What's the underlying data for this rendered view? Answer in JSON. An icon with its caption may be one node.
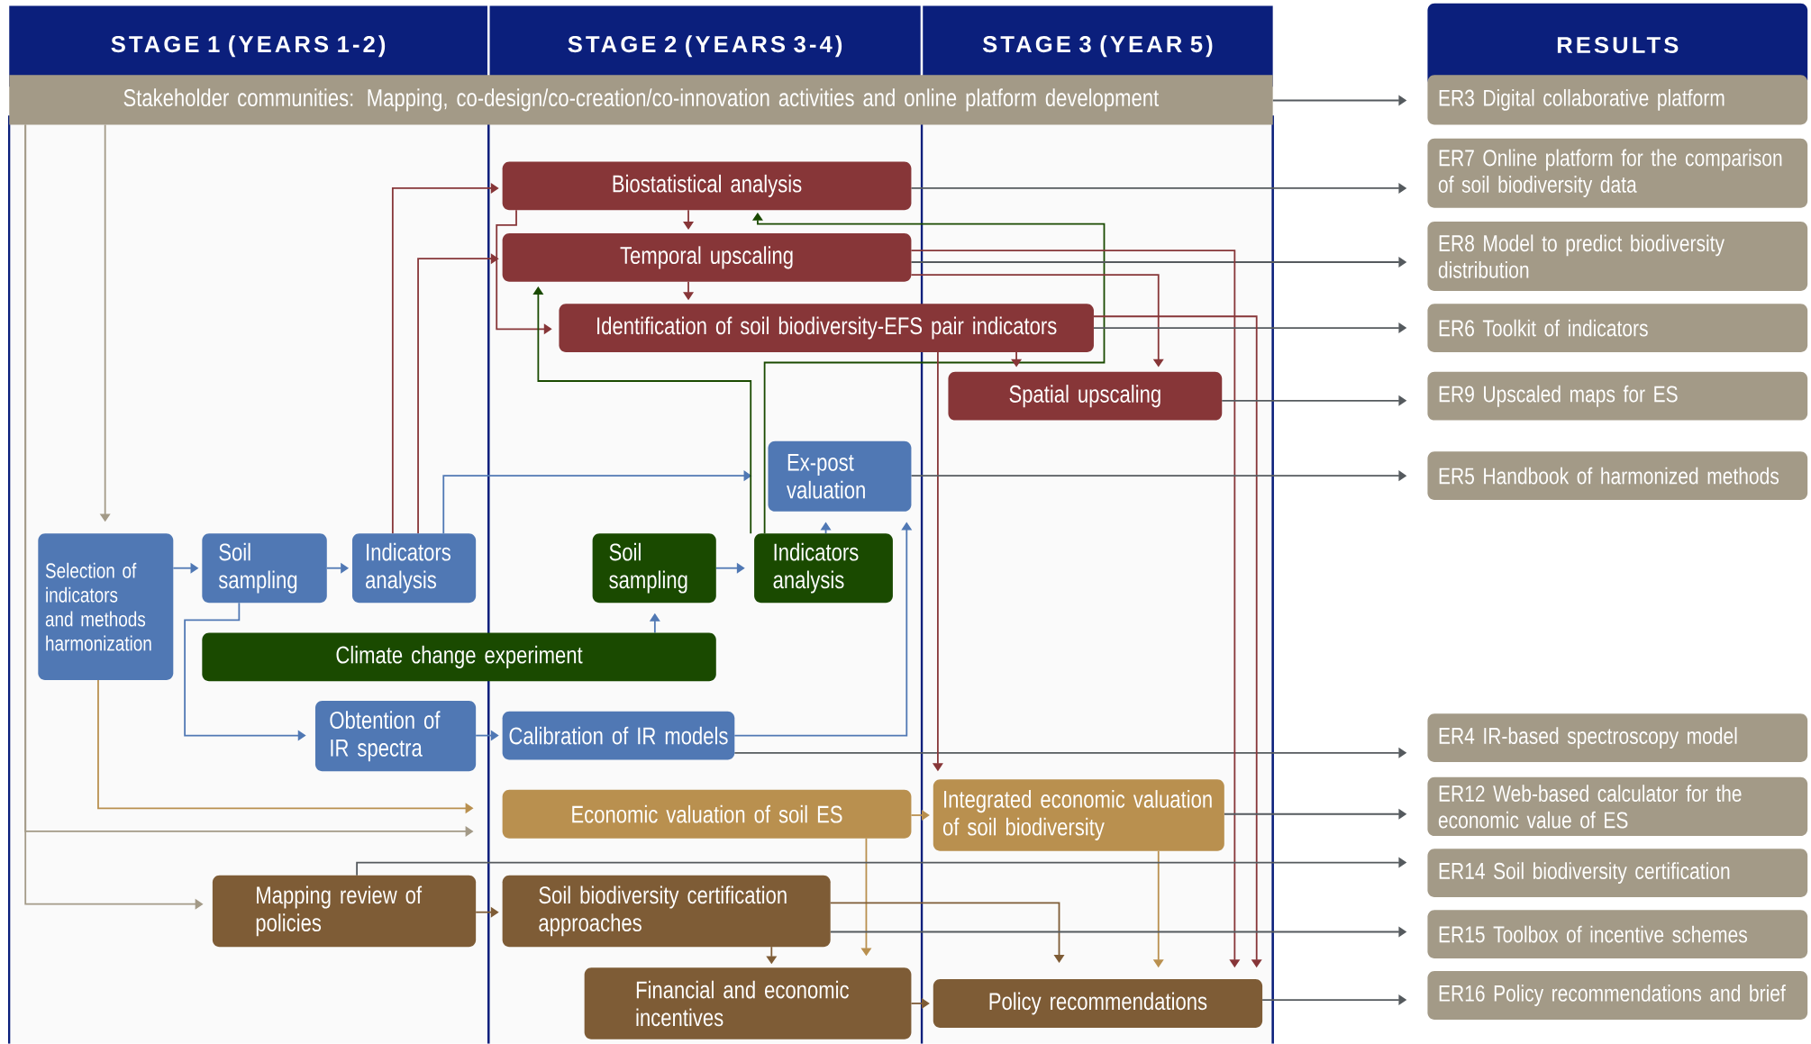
{
  "diagram": {
    "nodes": [
      {
        "text": [
          "STAGE 1 (YEARS 1-2)"
        ]
      },
      {
        "text": [
          "STAGE 2 (YEARS 3-4)"
        ]
      },
      {
        "text": [
          "STAGE 3 (YEAR 5)"
        ]
      },
      {
        "text": [
          "RESULTS"
        ]
      },
      {
        "text": [
          "Stakeholder communities: Mapping, co-design/co-creation/co-innovation activities and online platform development"
        ]
      },
      {
        "text": [
          "Biostatistical analysis"
        ]
      },
      {
        "text": [
          "Temporal upscaling"
        ]
      },
      {
        "text": [
          "Identification of soil biodiversity-EFS pair indicators"
        ]
      },
      {
        "text": [
          "Spatial upscaling"
        ]
      },
      {
        "text": [
          "Ex-post valuation"
        ]
      },
      {
        "text": [
          "Selection of indicators and methods harmonization"
        ]
      },
      {
        "text": [
          "Soil sampling"
        ]
      },
      {
        "text": [
          "Indicators analysis"
        ]
      },
      {
        "text": [
          "Soil sampling"
        ]
      },
      {
        "text": [
          "Indicators analysis"
        ]
      },
      {
        "text": [
          "Climate change experiment"
        ]
      },
      {
        "text": [
          "Obtention of IR spectra"
        ]
      },
      {
        "text": [
          "Calibration of IR models"
        ]
      },
      {
        "text": [
          "Economic valuation of soil ES"
        ]
      },
      {
        "text": [
          "Integrated economic valuation of soil biodiversity"
        ]
      },
      {
        "text": [
          "Mapping review of policies"
        ]
      },
      {
        "text": [
          "Soil biodiversity certification approaches"
        ]
      },
      {
        "text": [
          "Financial and economic incentives"
        ]
      },
      {
        "text": [
          "Policy recommendations"
        ]
      },
      {
        "text": [
          "ER3 Digital collaborative platform"
        ]
      },
      {
        "text": [
          "ER7 Online platform for the comparison of soil biodiversity data"
        ]
      },
      {
        "text": [
          "ER8 Model to predict biodiversity distribution"
        ]
      },
      {
        "text": [
          "ER6 Toolkit of indicators"
        ]
      },
      {
        "text": [
          "ER9 Upscaled maps for ES"
        ]
      },
      {
        "text": [
          "ER5 Handbook of harmonized methods"
        ]
      },
      {
        "text": [
          "ER4 IR-based spectroscopy model"
        ]
      },
      {
        "text": [
          "ER12 Web-based calculator for the economic value of ES"
        ]
      },
      {
        "text": [
          "ER14 Soil biodiversity certification"
        ]
      },
      {
        "text": [
          "ER15 Toolbox of incentive schemes"
        ]
      },
      {
        "text": [
          "ER16 Policy recommendations and brief"
        ]
      }
    ],
    "edges": [
      {
        "from": 4,
        "to": 24,
        "arrow": "to"
      },
      {
        "from": 4,
        "to": 10,
        "arrow": "to",
        "color": "#a39a87"
      },
      {
        "from": 4,
        "to": 18,
        "arrow": "to",
        "color": "#a39a87"
      },
      {
        "from": 4,
        "to": 20,
        "arrow": "to",
        "color": "#a39a87"
      },
      {
        "from": 10,
        "to": 11,
        "arrow": "to",
        "color": "#5078b4"
      },
      {
        "from": 11,
        "to": 12,
        "arrow": "to",
        "color": "#5078b4"
      },
      {
        "from": 10,
        "to": 18,
        "arrow": "to",
        "color": "#b9904f"
      },
      {
        "from": 11,
        "to": 16,
        "arrow": "to",
        "color": "#5078b4"
      },
      {
        "from": 16,
        "to": 17,
        "arrow": "to",
        "color": "#5078b4"
      },
      {
        "from": 17,
        "to": 9,
        "arrow": "to",
        "color": "#5078b4"
      },
      {
        "from": 17,
        "to": 30,
        "arrow": "to"
      },
      {
        "from": 12,
        "to": 5,
        "arrow": "to",
        "color": "#873638"
      },
      {
        "from": 12,
        "to": 6,
        "arrow": "to",
        "color": "#873638"
      },
      {
        "from": 12,
        "to": 9,
        "arrow": "to",
        "color": "#5078b4"
      },
      {
        "from": 5,
        "to": 6,
        "arrow": "to",
        "color": "#873638"
      },
      {
        "from": 5,
        "to": 7,
        "arrow": "to",
        "color": "#873638"
      },
      {
        "from": 6,
        "to": 7,
        "arrow": "to",
        "color": "#873638"
      },
      {
        "from": 14,
        "to": 5,
        "arrow": "to",
        "color": "#1a4a00"
      },
      {
        "from": 14,
        "to": 6,
        "arrow": "to",
        "color": "#1a4a00"
      },
      {
        "from": 14,
        "to": 9,
        "arrow": "to",
        "color": "#5078b4"
      },
      {
        "from": 13,
        "to": 14,
        "arrow": "to",
        "color": "#5078b4"
      },
      {
        "from": 15,
        "to": 13,
        "arrow": "to",
        "color": "#5078b4"
      },
      {
        "from": 5,
        "to": 25,
        "arrow": "to"
      },
      {
        "from": 6,
        "to": 26,
        "arrow": "to"
      },
      {
        "from": 6,
        "to": 8,
        "arrow": "to",
        "color": "#873638"
      },
      {
        "from": 6,
        "to": 23,
        "arrow": "to",
        "color": "#873638"
      },
      {
        "from": 7,
        "to": 27,
        "arrow": "to"
      },
      {
        "from": 7,
        "to": 8,
        "arrow": "to",
        "color": "#873638"
      },
      {
        "from": 7,
        "to": 19,
        "arrow": "to",
        "color": "#873638"
      },
      {
        "from": 7,
        "to": 23,
        "arrow": "to",
        "color": "#873638"
      },
      {
        "from": 8,
        "to": 28,
        "arrow": "to"
      },
      {
        "from": 9,
        "to": 29,
        "arrow": "to"
      },
      {
        "from": 18,
        "to": 19,
        "arrow": "to",
        "color": "#b9904f"
      },
      {
        "from": 18,
        "to": 22,
        "arrow": "to",
        "color": "#b9904f"
      },
      {
        "from": 19,
        "to": 31,
        "arrow": "to"
      },
      {
        "from": 19,
        "to": 23,
        "arrow": "to",
        "color": "#b9904f"
      },
      {
        "from": 20,
        "to": 32,
        "arrow": "to"
      },
      {
        "from": 20,
        "to": 21,
        "arrow": "to",
        "color": "#7e5c36"
      },
      {
        "from": 21,
        "to": 22,
        "arrow": "to",
        "color": "#7e5c36"
      },
      {
        "from": 21,
        "to": 23,
        "arrow": "to",
        "color": "#7e5c36"
      },
      {
        "from": 21,
        "to": 33,
        "arrow": "to"
      },
      {
        "from": 22,
        "to": 23,
        "arrow": "to",
        "color": "#7e5c36"
      },
      {
        "from": 23,
        "to": 34,
        "arrow": "to"
      }
    ]
  }
}
